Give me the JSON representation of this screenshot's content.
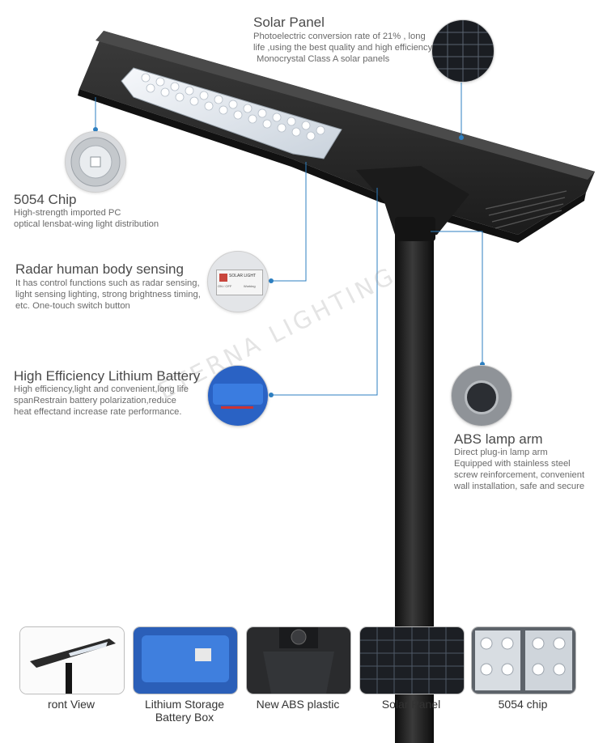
{
  "watermark": "ETERNA LIGHTING",
  "accent_line_color": "#2d7fc1",
  "features": {
    "solar_panel": {
      "title": "Solar Panel",
      "lines": [
        "Photoelectric conversion rate of 21% , long",
        "life ,using the best quality and high efficiency",
        "Monocrystal Class A solar panels"
      ]
    },
    "chip": {
      "title": "5054 Chip",
      "lines": [
        "High-strength imported PC",
        "optical lensbat-wing light distribution"
      ]
    },
    "radar": {
      "title": "Radar human body sensing",
      "lines": [
        "It has control functions such as radar sensing,",
        "light sensing lighting, strong brightness timing,",
        "etc. One-touch switch button"
      ]
    },
    "battery": {
      "title": "High Efficiency Lithium Battery",
      "lines": [
        "High efficiency,light and convenient,long life",
        "spanRestrain battery polarization,reduce",
        "heat effectand increase rate performance."
      ]
    },
    "lamp_arm": {
      "title": "ABS lamp arm",
      "lines": [
        "Direct plug-in lamp arm",
        "Equipped with stainless steel",
        "screw reinforcement, convenient",
        "wall installation, safe and secure"
      ]
    }
  },
  "radar_label": {
    "panel_text": "SOLAR LIGHT",
    "left_text": "ON / OFF",
    "right_text": "Working"
  },
  "thumbnails": [
    {
      "caption": [
        "ront View"
      ]
    },
    {
      "caption": [
        "Lithium Storage",
        "Battery Box"
      ]
    },
    {
      "caption": [
        "New ABS plastic"
      ]
    },
    {
      "caption": [
        "Solar Panel"
      ]
    },
    {
      "caption": [
        "5054 chip"
      ]
    }
  ]
}
